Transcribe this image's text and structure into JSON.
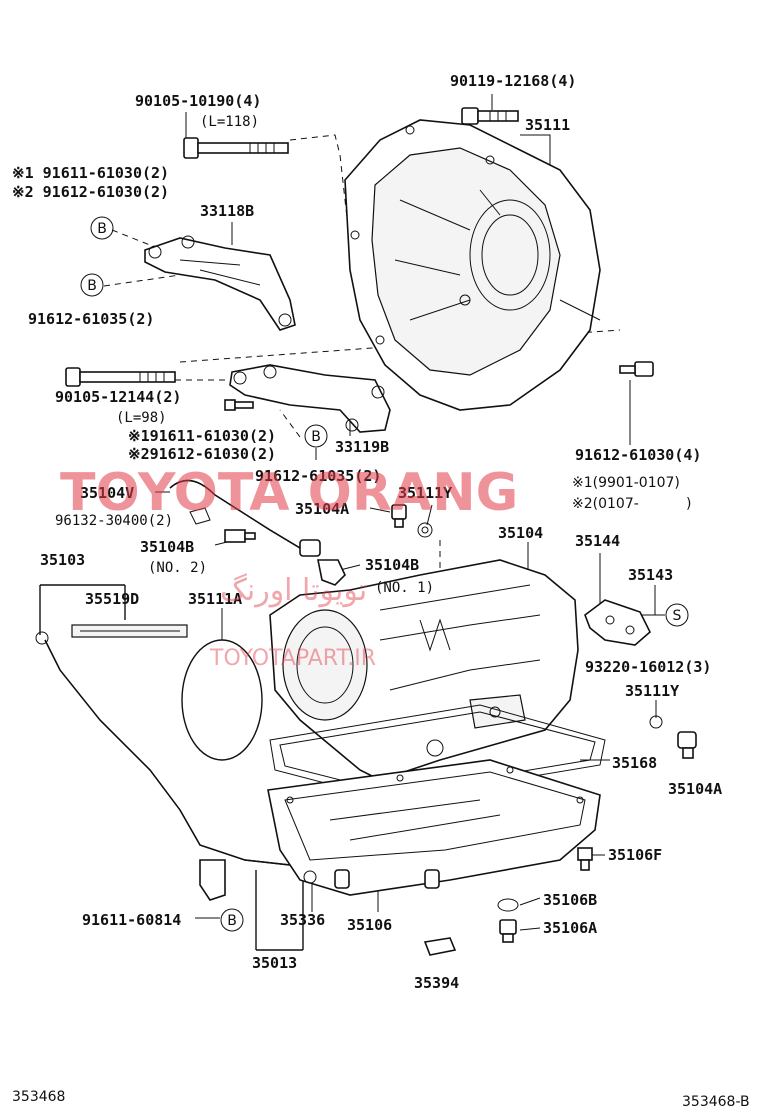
{
  "watermark": {
    "main": "TOYOTA ORANG",
    "persian": "تویوتا اورنگ",
    "site": "TOYOTAPART.IR",
    "color": "#e23b4a"
  },
  "labels": {
    "p90105_10190": "90105-10190(4)",
    "p90105_10190_len": "(L=118)",
    "p90119_12168": "90119-12168(4)",
    "p35111": "35111",
    "ref1_91611_61030": "※1 91611-61030(2)",
    "ref2_91612_61030": "※2 91612-61030(2)",
    "p33118B": "33118B",
    "p91612_61035_top": "91612-61035(2)",
    "p90105_12144": "90105-12144(2)",
    "p90105_12144_len": "(L=98)",
    "ref1_191611": "※191611-61030(2)",
    "ref2_291612": "※291612-61030(2)",
    "p33119B": "33119B",
    "p91612_61030_4": "91612-61030(4)",
    "p91612_61035_mid": "91612-61035(2)",
    "note1": "※1(9901-0107)",
    "note2": "※2(0107-",
    "note2_close": ")",
    "p35104V": "35104V",
    "p35111Y_top": "35111Y",
    "p96132_30400": "96132-30400(2)",
    "p35104A_top": "35104A",
    "p35104": "35104",
    "p35104B_no2": "35104B",
    "no2": "(NO. 2)",
    "p35104B_no1": "35104B",
    "no1": "(NO. 1)",
    "p35144": "35144",
    "p35103": "35103",
    "p35143": "35143",
    "p35519D": "35519D",
    "p35111A": "35111A",
    "p93220_16012": "93220-16012(3)",
    "p35111Y_right": "35111Y",
    "p35168": "35168",
    "p35104A_right": "35104A",
    "p35106F": "35106F",
    "p91611_60814": "91611-60814",
    "p35336": "35336",
    "p35106": "35106",
    "p35106B": "35106B",
    "p35106A": "35106A",
    "p35013": "35013",
    "p35394": "35394",
    "footer_left": "353468",
    "footer_right": "353468-B"
  },
  "callouts": {
    "B": "B",
    "S": "S"
  }
}
